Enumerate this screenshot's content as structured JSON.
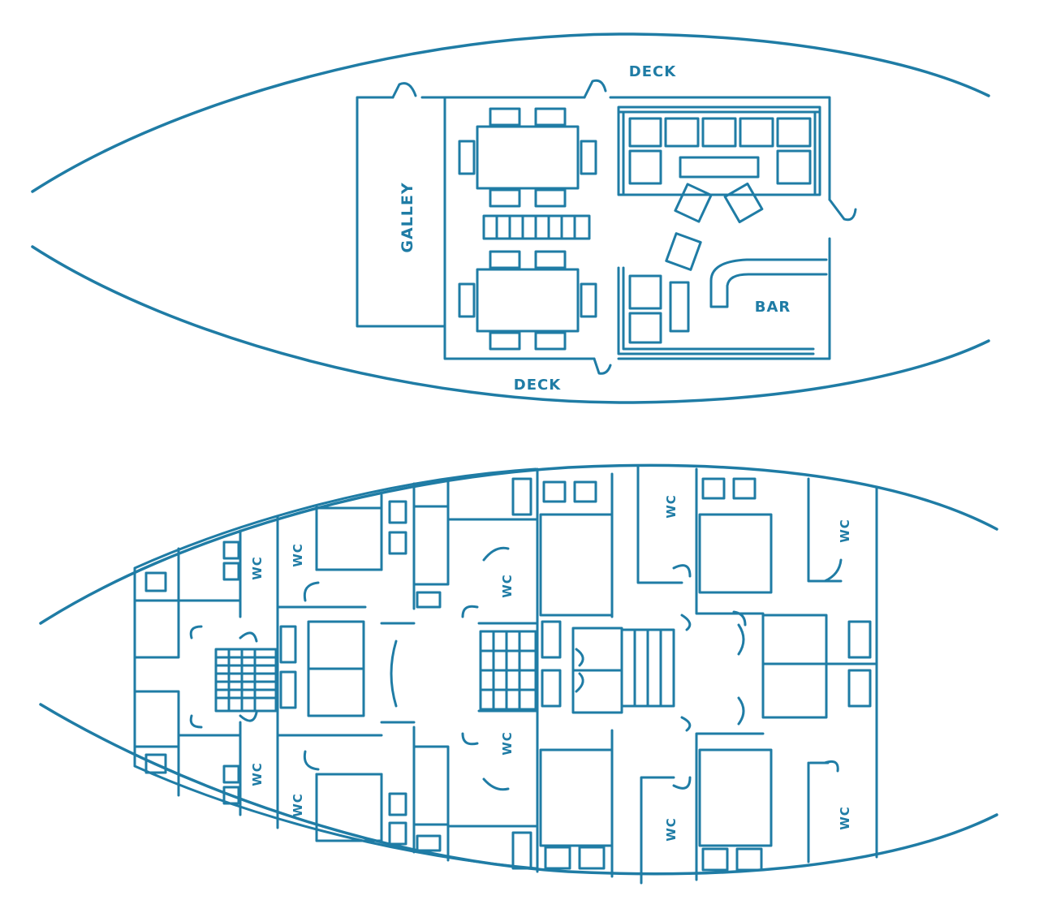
{
  "colors": {
    "line": "#1f7ca5",
    "background": "#ffffff"
  },
  "upper_deck": {
    "labels": {
      "deck_top": "DECK",
      "deck_bottom": "DECK",
      "galley": "GALLEY",
      "bar": "BAR"
    }
  },
  "lower_deck": {
    "wc_label": "WC"
  }
}
